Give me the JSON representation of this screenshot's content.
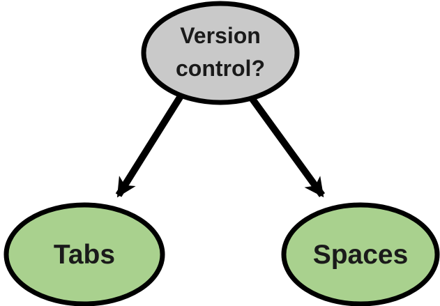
{
  "diagram": {
    "type": "flowchart",
    "background": "#ffffff",
    "outline_color": "#000000",
    "nodes": [
      {
        "id": "question",
        "label": "Version control?",
        "label_lines": [
          "Version",
          "control?"
        ],
        "shape": "ellipse",
        "fill": "#c9c9c9",
        "role": "decision"
      },
      {
        "id": "tabs",
        "label": "Tabs",
        "shape": "ellipse",
        "fill": "#a9d18e",
        "role": "option"
      },
      {
        "id": "spaces",
        "label": "Spaces",
        "shape": "ellipse",
        "fill": "#a9d18e",
        "role": "option"
      }
    ],
    "edges": [
      {
        "from": "question",
        "to": "tabs",
        "style": "solid-arrow",
        "color": "#000000"
      },
      {
        "from": "question",
        "to": "spaces",
        "style": "solid-arrow",
        "color": "#000000"
      }
    ]
  }
}
